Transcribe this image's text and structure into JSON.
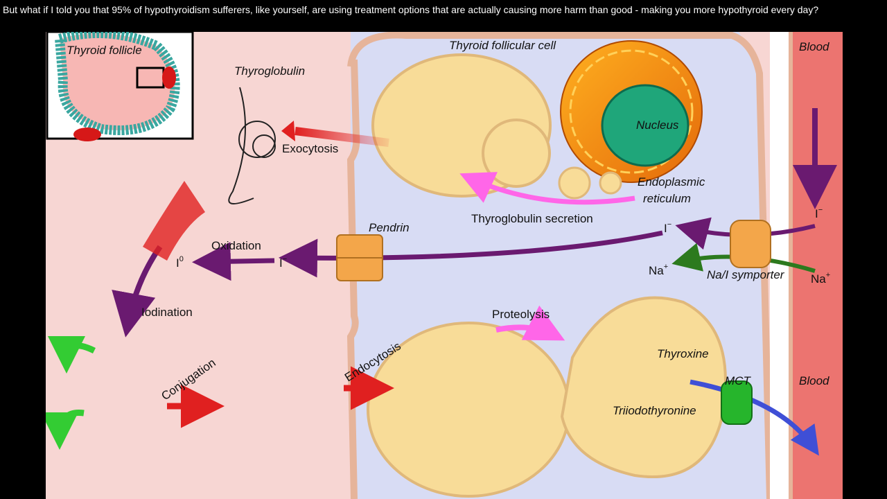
{
  "caption": "But what if I told you that 95% of hypothyroidism sufferers, like yourself, are using treatment options that are actually causing more harm than good - making you more hypothyroid every day?",
  "labels": {
    "thyroid_follicle": "Thyroid follicle",
    "thyroglobulin": "Thyroglobulin",
    "follicular_cell": "Thyroid follicular cell",
    "blood_top": "Blood",
    "blood_bottom": "Blood",
    "nucleus": "Nucleus",
    "endoplasmic": "Endoplasmic",
    "reticulum": "reticulum",
    "exocytosis": "Exocytosis",
    "tg_secretion": "Thyroglobulin secretion",
    "pendrin": "Pendrin",
    "oxidation": "Oxidation",
    "iodine_zero": "I",
    "iodine_zero_sup": "0",
    "iodide_mid": "I",
    "iodide_mid_sup": "−",
    "iodide_cell": "I",
    "iodide_cell_sup": "−",
    "iodide_blood": "I",
    "iodide_blood_sup": "−",
    "na_left": "Na",
    "na_left_sup": "+",
    "na_right": "Na",
    "na_right_sup": "+",
    "symporter": "Na/I symporter",
    "iodination": "Iodination",
    "conjugation": "Conjugation",
    "endocytosis": "Endocytosis",
    "proteolysis": "Proteolysis",
    "thyroxine": "Thyroxine",
    "triiodothyronine": "Triiodothyronine",
    "mct": "MCT"
  },
  "colors": {
    "lumen": "#f7d6d3",
    "cytoplasm": "#d8dcf4",
    "vesicle": "#f8dc98",
    "blood": "#ec7470",
    "iodide_arrow": "#6a1a70",
    "exocytosis_arrow": "#e02020",
    "secretion_arrow": "#ff66e8",
    "sodium_arrow": "#2c7a1e",
    "iodination_arrow": "#33cc33",
    "hormone_arrow": "#3f4fd6",
    "channel": "#f3a64a",
    "mct": "#26b52c"
  }
}
